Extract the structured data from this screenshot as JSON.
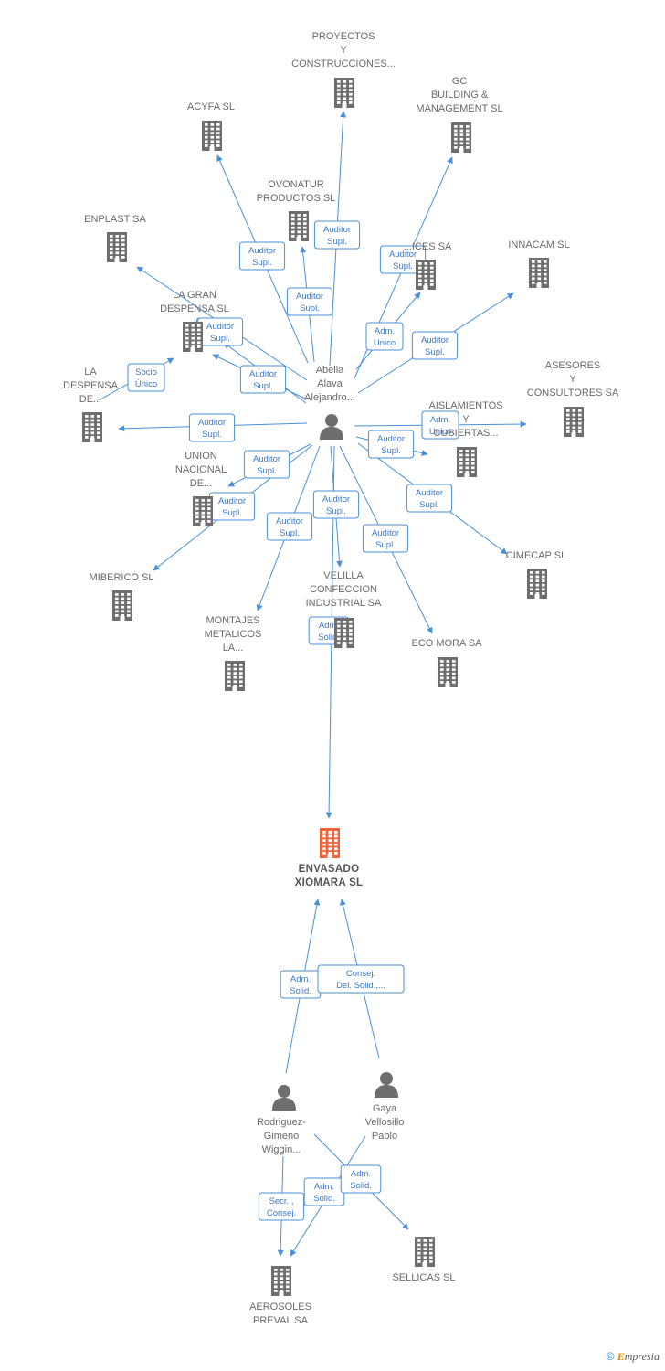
{
  "nodes": [
    {
      "id": "abella",
      "kind": "person",
      "label": "Abella\nAlava\nAlejandro..."
    },
    {
      "id": "proyectos",
      "kind": "company",
      "label": "PROYECTOS\nY\nCONSTRUCCIONES..."
    },
    {
      "id": "acyfa",
      "kind": "company",
      "label": "ACYFA SL"
    },
    {
      "id": "gc",
      "kind": "company",
      "label": "GC\nBUILDING &\nMANAGEMENT SL"
    },
    {
      "id": "ovonatur",
      "kind": "company",
      "label": "OVONATUR\nPRODUCTOS SL"
    },
    {
      "id": "enplast",
      "kind": "company",
      "label": "ENPLAST SA"
    },
    {
      "id": "ices",
      "kind": "company",
      "label": "...ICES SA"
    },
    {
      "id": "innacam",
      "kind": "company",
      "label": "INNACAM SL"
    },
    {
      "id": "lagran",
      "kind": "company",
      "label": "LA GRAN\nDESPENSA SL"
    },
    {
      "id": "ladespensa",
      "kind": "company",
      "label": "LA\nDESPENSA\nDE..."
    },
    {
      "id": "asesores",
      "kind": "company",
      "label": "ASESORES\nY\nCONSULTORES SA"
    },
    {
      "id": "aislamientos",
      "kind": "company",
      "label": "AISLAMIENTOS\nY\nCUBIERTAS..."
    },
    {
      "id": "union",
      "kind": "company",
      "label": "UNION\nNACIONAL\nDE..."
    },
    {
      "id": "miberico",
      "kind": "company",
      "label": "MIBERICO SL"
    },
    {
      "id": "cimecap",
      "kind": "company",
      "label": "CIMECAP SL"
    },
    {
      "id": "velilla",
      "kind": "company",
      "label": "VELILLA\nCONFECCION\nINDUSTRIAL SA"
    },
    {
      "id": "montajes",
      "kind": "company",
      "label": "MONTAJES\nMETALICOS\nLA..."
    },
    {
      "id": "ecomora",
      "kind": "company",
      "label": "ECO MORA SA"
    },
    {
      "id": "envasado",
      "kind": "focus",
      "label": "ENVASADO\nXIOMARA SL"
    },
    {
      "id": "rodriguez",
      "kind": "person",
      "label": "Rodriguez-\nGimeno\nWiggin..."
    },
    {
      "id": "gaya",
      "kind": "person",
      "label": "Gaya\nVellosillo\nPablo"
    },
    {
      "id": "aerosoles",
      "kind": "company",
      "label": "AEROSOLES\nPREVAL SA"
    },
    {
      "id": "sellicas",
      "kind": "company",
      "label": "SELLICAS SL"
    }
  ],
  "edges": [
    {
      "from": "abella",
      "to": "proyectos",
      "label": "Auditor\nSupl."
    },
    {
      "from": "abella",
      "to": "acyfa",
      "label": "Auditor\nSupl."
    },
    {
      "from": "abella",
      "to": "gc",
      "label": "Auditor\nSupl."
    },
    {
      "from": "abella",
      "to": "ovonatur",
      "label": "Auditor\nSupl."
    },
    {
      "from": "abella",
      "to": "enplast",
      "label": "Auditor\nSupl."
    },
    {
      "from": "abella",
      "to": "ices",
      "label": "Adm.\nUnico"
    },
    {
      "from": "abella",
      "to": "innacam",
      "label": "Auditor\nSupl."
    },
    {
      "from": "abella",
      "to": "lagran",
      "label": "Auditor\nSupl."
    },
    {
      "from": "abella",
      "to": "ladespensa",
      "label": "Socio\nÚnico"
    },
    {
      "from": "abella",
      "to": "ladespensa2",
      "label": "Auditor\nSupl."
    },
    {
      "from": "abella",
      "to": "asesores",
      "label": "Adm.\nUnico"
    },
    {
      "from": "abella",
      "to": "aislamientos",
      "label": "Auditor\nSupl."
    },
    {
      "from": "abella",
      "to": "union",
      "label": "Auditor\nSupl."
    },
    {
      "from": "abella",
      "to": "miberico",
      "label": "Auditor\nSupl."
    },
    {
      "from": "abella",
      "to": "cimecap",
      "label": "Auditor\nSupl."
    },
    {
      "from": "abella",
      "to": "velilla",
      "label": "Auditor\nSupl."
    },
    {
      "from": "abella",
      "to": "montajes",
      "label": "Auditor\nSupl."
    },
    {
      "from": "abella",
      "to": "ecomora",
      "label": "Auditor\nSupl."
    },
    {
      "from": "abella",
      "to": "envasado",
      "label": "Auditor\nSupl."
    },
    {
      "from": "rodriguez",
      "to": "envasado",
      "label": "Adm.\nSolid."
    },
    {
      "from": "gaya",
      "to": "envasado",
      "label": "Adm.\nSolid."
    },
    {
      "from": "rodriguez",
      "to": "aerosoles",
      "label": "Consej.\nDel. Solid.,..."
    },
    {
      "from": "gaya",
      "to": "aerosoles",
      "label": "Secr. ,\nConsej."
    },
    {
      "from": "rodriguez",
      "to": "sellicas",
      "label": "Adm.\nSolid."
    },
    {
      "from": "gaya",
      "to": "sellicas",
      "label": "Adm.\nSolid."
    }
  ],
  "colors": {
    "edge": "#4a90d9",
    "company_icon": "#6e6e6e",
    "focus_icon": "#f0643c",
    "person_icon": "#6e6e6e"
  },
  "footer": {
    "copyright": "©",
    "brand_first": "E",
    "brand_rest": "mpresia"
  }
}
